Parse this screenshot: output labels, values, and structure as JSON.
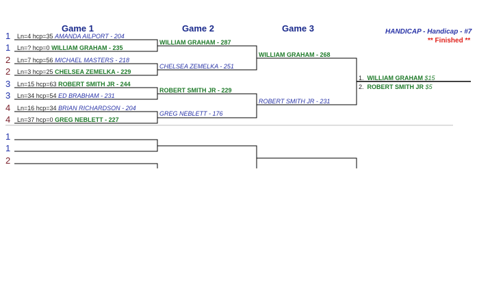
{
  "headers": {
    "game1": "Game 1",
    "game2": "Game 2",
    "game3": "Game 3"
  },
  "info": {
    "title": "HANDICAP - Handicap - #7",
    "status": "** Finished **"
  },
  "game1": [
    {
      "seed": "1",
      "meta": "Ln=4  hcp=35",
      "name": "AMANDA AILPORT - 204"
    },
    {
      "seed": "1",
      "meta": "Ln=?  hcp=0",
      "name": "WILLIAM GRAHAM - 235"
    },
    {
      "seed": "2",
      "meta": "Ln=7  hcp=56",
      "name": "MICHAEL MASTERS - 218"
    },
    {
      "seed": "2",
      "meta": "Ln=3  hcp=25",
      "name": "CHELSEA ZEMELKA - 229"
    },
    {
      "seed": "3",
      "meta": "Ln=15  hcp=63",
      "name": "ROBERT SMITH JR - 244"
    },
    {
      "seed": "3",
      "meta": "Ln=34  hcp=54",
      "name": "ED BRABHAM - 231"
    },
    {
      "seed": "4",
      "meta": "Ln=16  hcp=34",
      "name": "BRIAN RICHARDSON - 204"
    },
    {
      "seed": "4",
      "meta": "Ln=37  hcp=0",
      "name": "GREG NEBLETT - 227"
    }
  ],
  "game2": [
    {
      "name": "WILLIAM GRAHAM - 287"
    },
    {
      "name": "CHELSEA ZEMELKA - 251"
    },
    {
      "name": "ROBERT SMITH JR - 229"
    },
    {
      "name": "GREG NEBLETT - 176"
    }
  ],
  "game3": [
    {
      "name": "WILLIAM GRAHAM - 268"
    },
    {
      "name": "ROBERT SMITH JR - 231"
    }
  ],
  "places": [
    {
      "rank": "1.",
      "name": "WILLIAM GRAHAM",
      "prize": "$15"
    },
    {
      "rank": "2.",
      "name": "ROBERT SMITH JR",
      "prize": "$5"
    }
  ],
  "bracket2_seeds": [
    "1",
    "1",
    "2"
  ]
}
